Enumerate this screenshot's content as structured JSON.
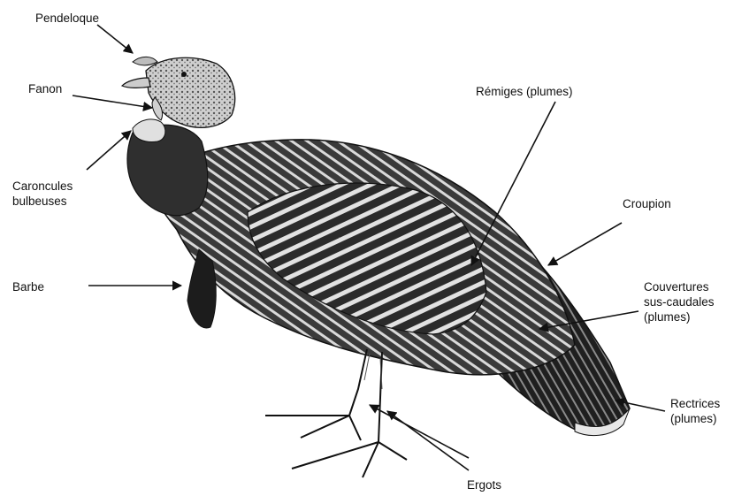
{
  "labels": {
    "pendeloque": "Pendeloque",
    "fanon": "Fanon",
    "caroncules_line1": "Caroncules",
    "caroncules_line2": "bulbeuses",
    "barbe": "Barbe",
    "remiges": "Rémiges (plumes)",
    "croupion": "Croupion",
    "couvertures_line1": "Couvertures",
    "couvertures_line2": "sus-caudales",
    "couvertures_line3": "(plumes)",
    "rectrices_line1": "Rectrices",
    "rectrices_line2": "(plumes)",
    "ergots": "Ergots"
  },
  "colors": {
    "ink": "#111111",
    "background": "#ffffff",
    "plumage_dark": "#2a2a2a",
    "plumage_mid": "#6b6b6b",
    "plumage_light": "#d8d8d8"
  }
}
